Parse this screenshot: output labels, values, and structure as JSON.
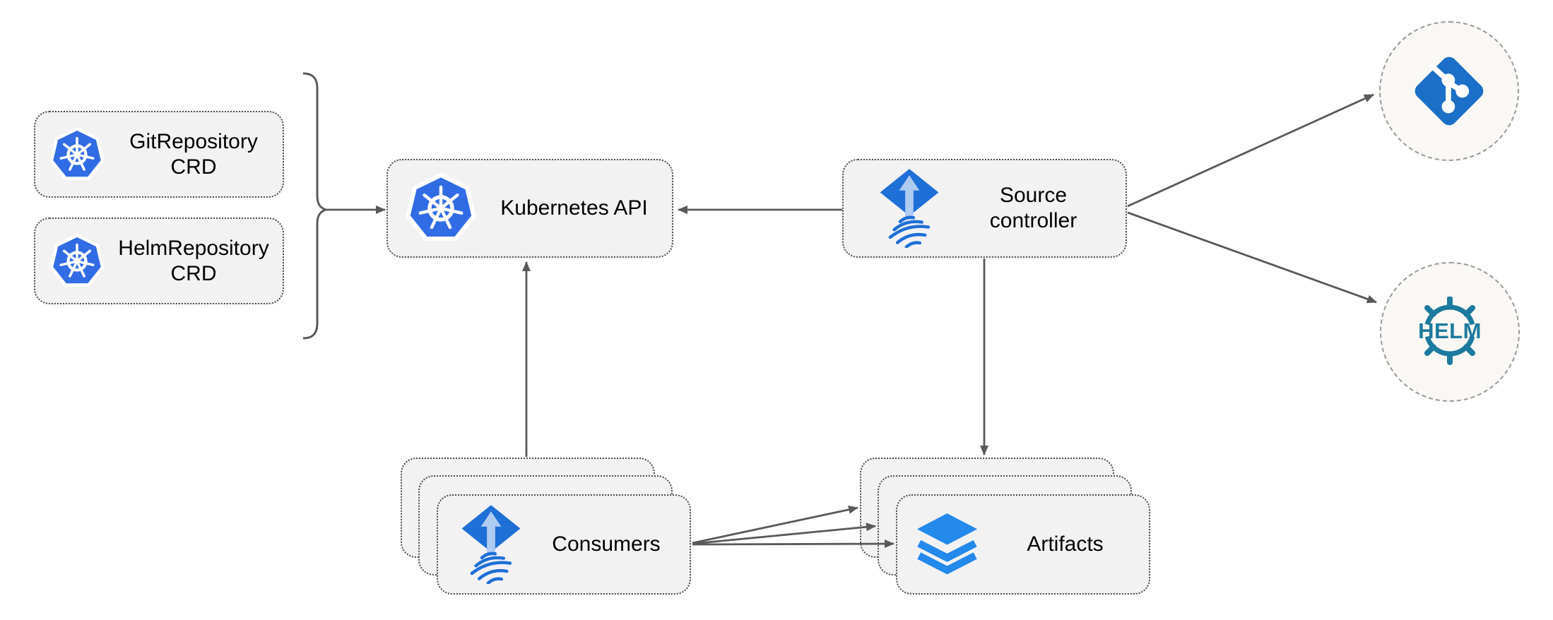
{
  "nodes": {
    "git_crd": {
      "lines": [
        "GitRepository",
        "CRD"
      ],
      "icon": "kubernetes-icon"
    },
    "helm_crd": {
      "lines": [
        "HelmRepository",
        "CRD"
      ],
      "icon": "kubernetes-icon"
    },
    "k8s_api": {
      "label": "Kubernetes API",
      "icon": "kubernetes-icon"
    },
    "source_controller": {
      "lines": [
        "Source",
        "controller"
      ],
      "icon": "flux-icon"
    },
    "consumers": {
      "label": "Consumers",
      "icon": "flux-icon",
      "stack_count": 3
    },
    "artifacts": {
      "label": "Artifacts",
      "icon": "layers-icon",
      "stack_count": 3
    }
  },
  "external_systems": {
    "git": {
      "icon": "git-icon"
    },
    "helm": {
      "icon": "helm-icon",
      "logo_text": "HELM"
    }
  },
  "edges": [
    {
      "from": "crd-group-bracket",
      "to": "kubernetes-api",
      "arrow": "single"
    },
    {
      "from": "source-controller",
      "to": "kubernetes-api",
      "arrow": "single"
    },
    {
      "from": "consumers",
      "to": "kubernetes-api",
      "arrow": "single"
    },
    {
      "from": "source-controller",
      "to": "artifacts",
      "arrow": "single"
    },
    {
      "from": "source-controller",
      "to": "git",
      "arrow": "single"
    },
    {
      "from": "source-controller",
      "to": "helm",
      "arrow": "single"
    },
    {
      "from": "consumers",
      "to": "artifacts",
      "arrow": "triple-fan"
    }
  ],
  "colors": {
    "kubernetes_blue": "#326CE5",
    "flux_blue": "#1E6FD6",
    "flux_arrow_light": "#AECBF2",
    "layers_blue": "#2389EA",
    "git_blue": "#1B6FC6",
    "helm_teal": "#1C7A9E",
    "arrow_gray": "#595959",
    "node_fill": "#F2F2F2",
    "node_border": "#4A4A4A",
    "circle_fill": "#FAF8F4",
    "circle_border": "#999999",
    "text_color": "#000000"
  }
}
